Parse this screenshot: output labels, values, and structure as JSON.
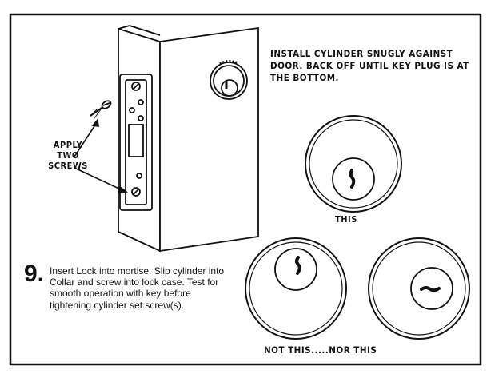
{
  "instruction_top": "INSTALL CYLINDER SNUGLY AGAINST DOOR. BACK OFF UNTIL KEY PLUG IS AT THE BOTTOM.",
  "apply_label": {
    "line1": "APPLY",
    "line2": "TWO",
    "line3": "SCREWS"
  },
  "this_label": "THIS",
  "not_this_label": "NOT THIS.....NOR THIS",
  "step": {
    "number": "9.",
    "text": "Insert Lock into mortise. Slip cylinder into Collar and screw into lock case. Test for smooth operation with key before tightening cylinder set screw(s)."
  },
  "colors": {
    "line": "#111111",
    "background": "#ffffff",
    "hatch": "#555555"
  }
}
